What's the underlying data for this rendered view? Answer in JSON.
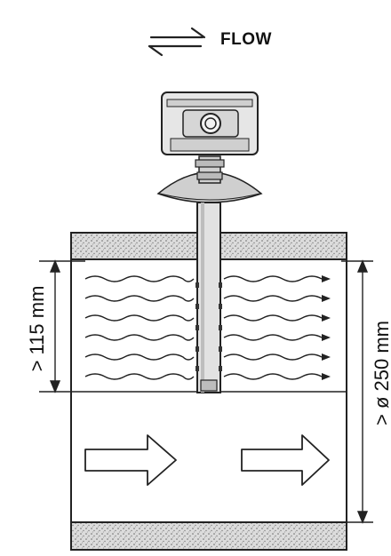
{
  "labels": {
    "flow": "FLOW",
    "min_immersion": "> 115 mm",
    "min_pipe_diameter": "> ø 250 mm"
  },
  "colors": {
    "line": "#222222",
    "background": "#ffffff",
    "sensor_body": "#e6e6e6",
    "sensor_shade": "#bdbdbd",
    "insulation": "#d4d4d4"
  },
  "icons": {
    "flow_direction": "bidirectional-arrows-icon",
    "flow_arrows": "right-arrow-icon",
    "stream": "wavy-flow-line-icon"
  }
}
